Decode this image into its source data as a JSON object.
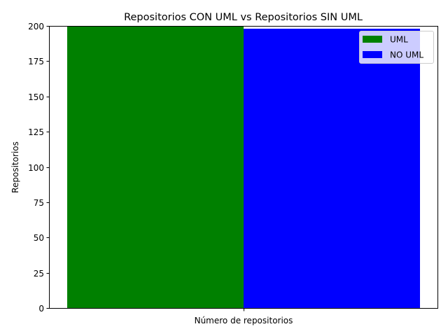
{
  "chart_data": {
    "type": "bar",
    "title": "Repositorios CON UML vs Repositorios SIN UML",
    "xlabel": "Número de repositorios",
    "ylabel": "Repositorios",
    "categories": [
      "Número de repositorios"
    ],
    "series": [
      {
        "name": "UML",
        "values": [
          200
        ],
        "color": "#008000"
      },
      {
        "name": "NO UML",
        "values": [
          198
        ],
        "color": "#0000ff"
      }
    ],
    "ylim": [
      0,
      200
    ],
    "yticks": [
      0,
      25,
      50,
      75,
      100,
      125,
      150,
      175,
      200
    ],
    "grid": false,
    "legend_position": "top-right"
  }
}
